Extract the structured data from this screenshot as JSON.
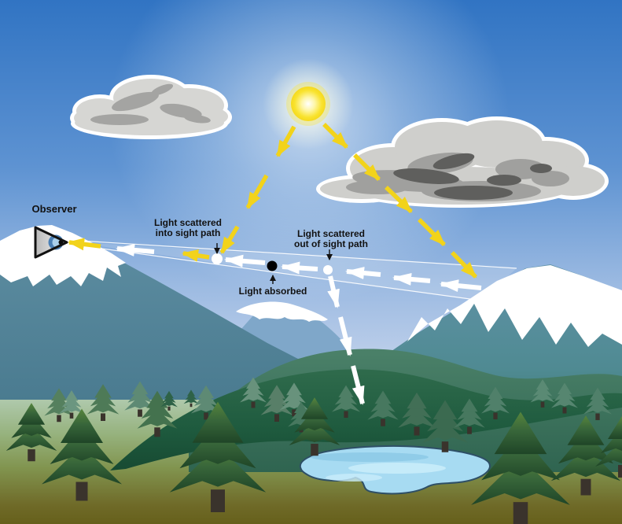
{
  "labels": {
    "observer": "Observer",
    "scattered_into": {
      "line1": "Light scattered",
      "line2": "into sight path"
    },
    "scattered_out": {
      "line1": "Light scattered",
      "line2": "out of sight path"
    },
    "absorbed": "Light absorbed"
  },
  "colors": {
    "sky_top": "#3377C6",
    "sky_horizon": "#CBD8EE",
    "sun": "#F8E12E",
    "ray_yellow": "#F2D31B",
    "arrow_white": "#FFFFFF",
    "cloud_light": "#D6D6D3",
    "cloud_mid": "#9C9C9A",
    "cloud_dark": "#5F5F5D",
    "mountain_left": "#54849B",
    "mountain_middle": "#7FA7C9",
    "mountain_right": "#6193A8",
    "snow": "#FFFFFF",
    "hill_green": "#47795F",
    "hill_dark_green": "#1E5A3E",
    "meadow_light": "#AFC9AC",
    "meadow_olive": "#6F6A28",
    "tree_dark": "#2F5A33",
    "tree_haze": "#5E8A74",
    "lake_fill": "#A7DBF2",
    "lake_outline": "#2E4F66",
    "scatter_dot": "#FFFFFF",
    "absorbed_dot": "#000000",
    "label_text": "#121212"
  }
}
